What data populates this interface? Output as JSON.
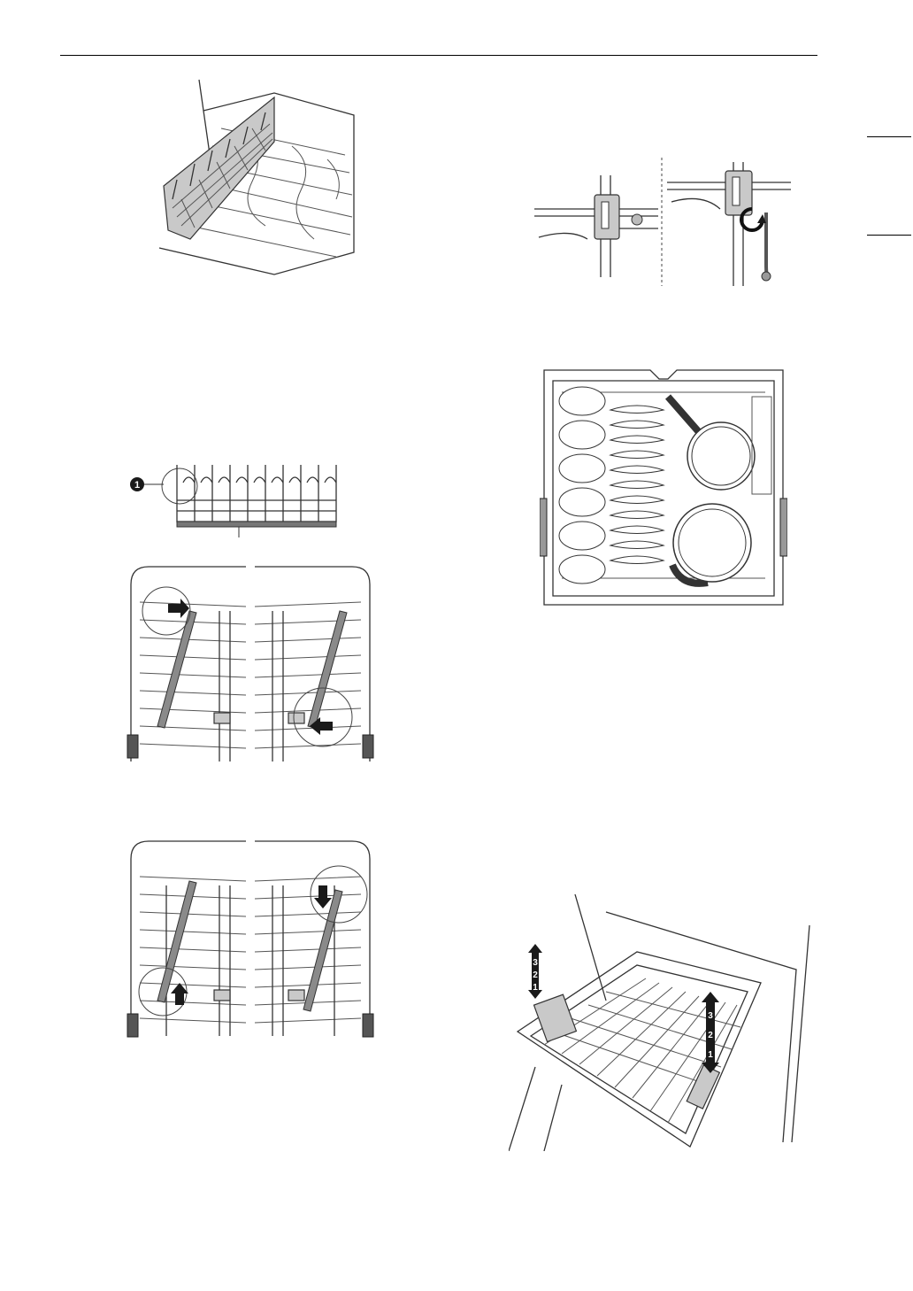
{
  "callout": {
    "label": "1"
  },
  "height_steps": {
    "left": [
      "3",
      "2",
      "1"
    ],
    "right": [
      "3",
      "2",
      "1"
    ]
  }
}
